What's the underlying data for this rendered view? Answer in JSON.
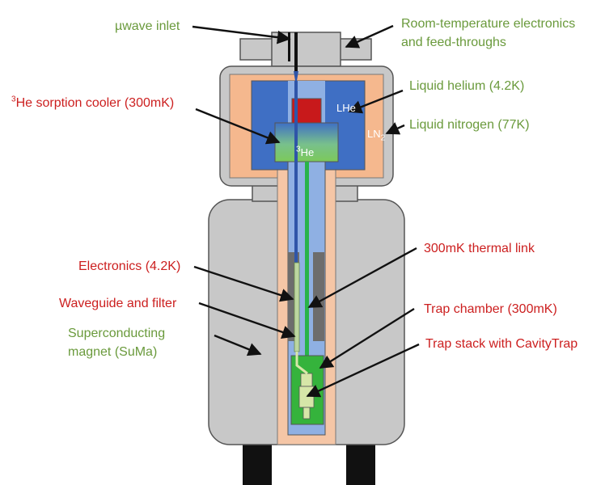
{
  "labels": {
    "uwave_inlet": "µwave inlet",
    "room_temp_line1": "Room-temperature electronics",
    "room_temp_line2": "and feed-throughs",
    "he3_cooler_sup": "3",
    "he3_cooler_text": "He sorption cooler (300mK)",
    "liquid_helium": "Liquid helium (4.2K)",
    "liquid_nitrogen": "Liquid nitrogen (77K)",
    "thermal_link": "300mK thermal link",
    "electronics": "Electronics (4.2K)",
    "waveguide": "Waveguide and filter",
    "trap_chamber": "Trap chamber (300mK)",
    "trap_stack": "Trap stack with CavityTrap",
    "suma_line1": "Superconducting",
    "suma_line2": "magnet (SuMa)"
  },
  "inner_labels": {
    "lhe": "LHe",
    "ln2_main": "LN",
    "ln2_sub": "2",
    "he3_sup": "3",
    "he3_main": "He"
  },
  "colors": {
    "label_green": "#6a9a3c",
    "label_red": "#cc1f1f",
    "gray_body": "#c8c8c8",
    "nitrogen": "#f5b88e",
    "helium_blue": "#3f6fc4",
    "light_blue": "#8fb0e3",
    "thermal_green": "#29b34a",
    "trap_green": "#35b33c",
    "red_block": "#c8191b"
  }
}
